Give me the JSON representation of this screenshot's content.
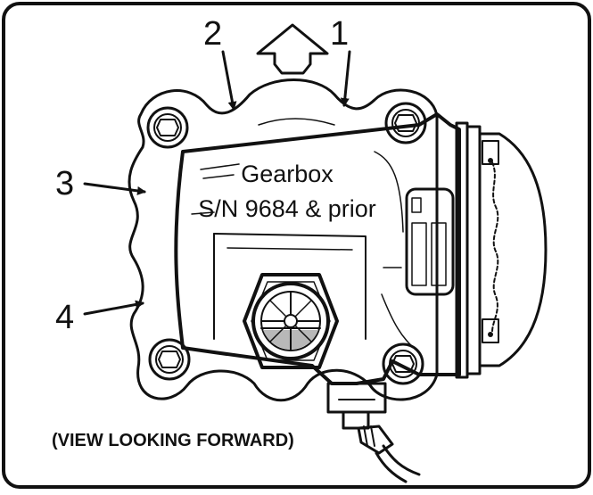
{
  "figure": {
    "title_line1": "Gearbox",
    "title_line2": "S/N 9684 & prior",
    "view_note": "(VIEW LOOKING FORWARD)",
    "callouts": [
      "1",
      "2",
      "3",
      "4"
    ],
    "icons": [
      "up-arrow-icon",
      "sight-glass-icon",
      "bolt-head-icon",
      "drain-fitting-icon"
    ]
  }
}
